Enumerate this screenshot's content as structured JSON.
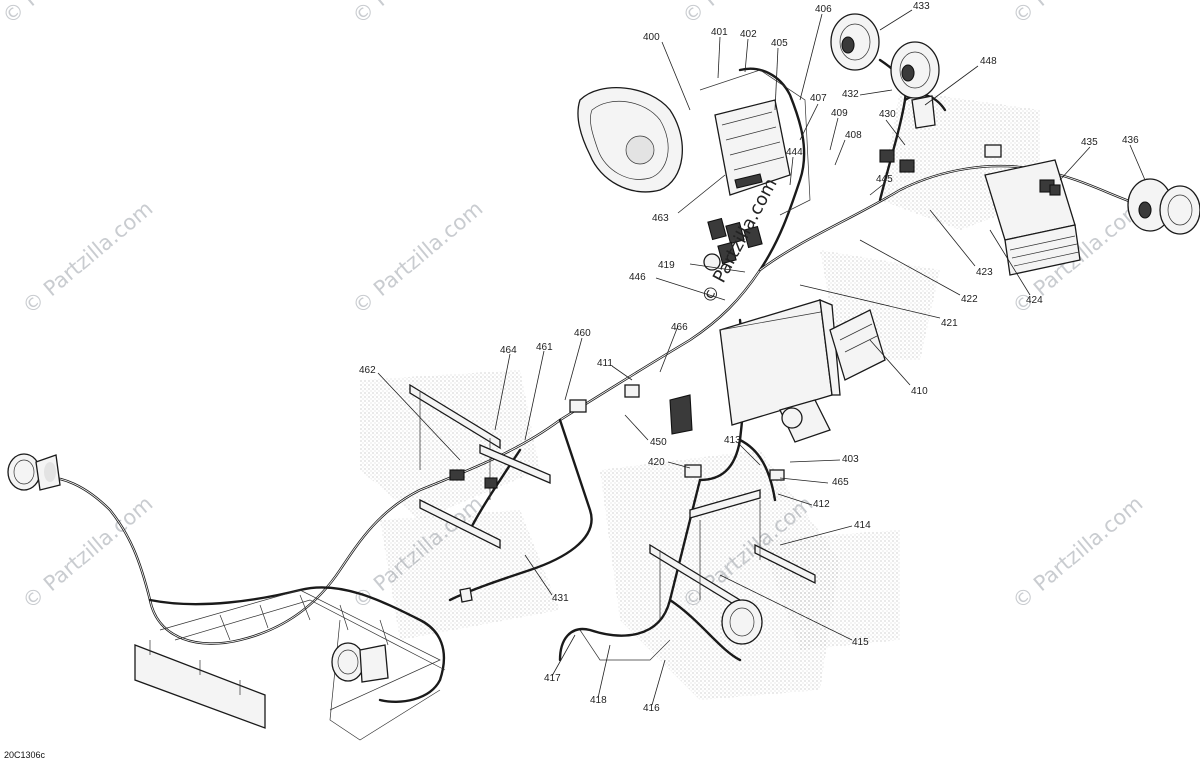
{
  "diagram": {
    "code": "20C1306c",
    "watermark_text": "© Partzilla.com",
    "watermark_center_text": "© Partzilla.com",
    "callouts": [
      {
        "id": "400",
        "label": "400"
      },
      {
        "id": "401",
        "label": "401"
      },
      {
        "id": "402",
        "label": "402"
      },
      {
        "id": "405",
        "label": "405"
      },
      {
        "id": "406",
        "label": "406"
      },
      {
        "id": "433",
        "label": "433"
      },
      {
        "id": "448",
        "label": "448"
      },
      {
        "id": "432",
        "label": "432"
      },
      {
        "id": "407",
        "label": "407"
      },
      {
        "id": "409",
        "label": "409"
      },
      {
        "id": "430",
        "label": "430"
      },
      {
        "id": "408",
        "label": "408"
      },
      {
        "id": "444",
        "label": "444"
      },
      {
        "id": "435",
        "label": "435"
      },
      {
        "id": "436",
        "label": "436"
      },
      {
        "id": "445",
        "label": "445"
      },
      {
        "id": "463",
        "label": "463"
      },
      {
        "id": "423",
        "label": "423"
      },
      {
        "id": "419",
        "label": "419"
      },
      {
        "id": "446",
        "label": "446"
      },
      {
        "id": "422",
        "label": "422"
      },
      {
        "id": "424",
        "label": "424"
      },
      {
        "id": "421",
        "label": "421"
      },
      {
        "id": "466",
        "label": "466"
      },
      {
        "id": "460",
        "label": "460"
      },
      {
        "id": "464",
        "label": "464"
      },
      {
        "id": "461",
        "label": "461"
      },
      {
        "id": "411",
        "label": "411"
      },
      {
        "id": "462",
        "label": "462"
      },
      {
        "id": "410",
        "label": "410"
      },
      {
        "id": "450",
        "label": "450"
      },
      {
        "id": "413",
        "label": "413"
      },
      {
        "id": "420",
        "label": "420"
      },
      {
        "id": "403",
        "label": "403"
      },
      {
        "id": "465",
        "label": "465"
      },
      {
        "id": "412",
        "label": "412"
      },
      {
        "id": "414",
        "label": "414"
      },
      {
        "id": "431",
        "label": "431"
      },
      {
        "id": "415",
        "label": "415"
      },
      {
        "id": "417",
        "label": "417"
      },
      {
        "id": "418",
        "label": "418"
      },
      {
        "id": "416",
        "label": "416"
      }
    ]
  }
}
